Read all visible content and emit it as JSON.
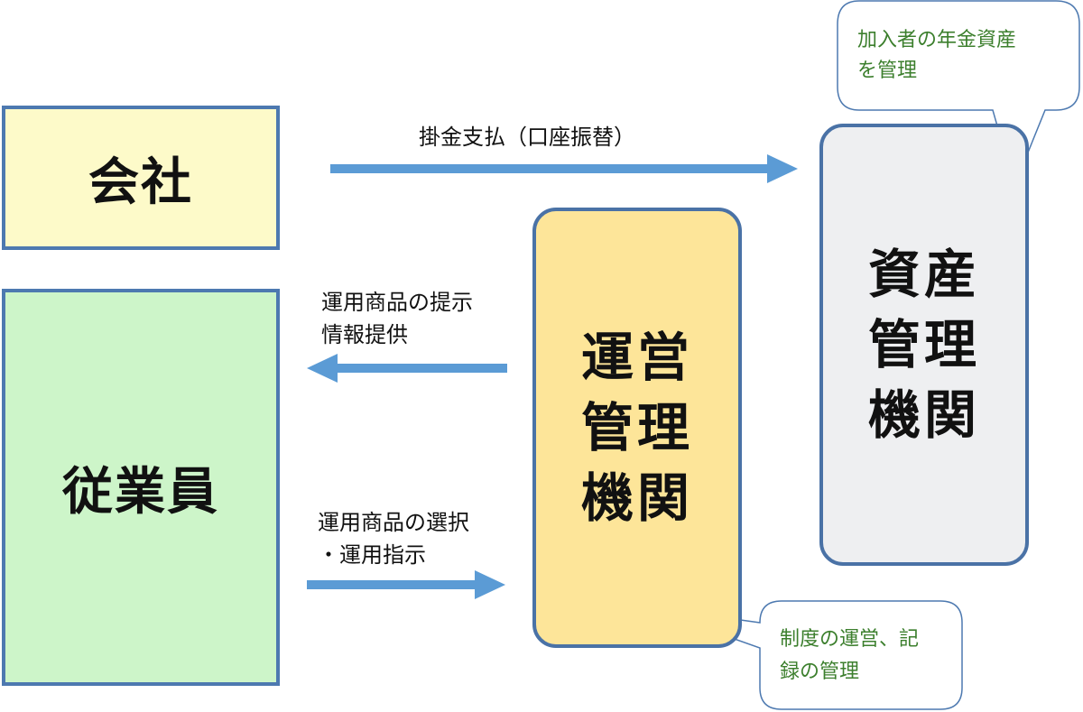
{
  "company": {
    "label": "会社"
  },
  "employee": {
    "label": "従業員"
  },
  "operation_org": {
    "chars": [
      "運営",
      "管理",
      "機関"
    ]
  },
  "asset_org": {
    "chars": [
      "資産",
      "管理",
      "機関"
    ]
  },
  "arrows": {
    "payment": "掛金支払（口座振替）",
    "info_line1": "運用商品の提示",
    "info_line2": "情報提供",
    "select_line1": "運用商品の選択",
    "select_line2": "・運用指示"
  },
  "callouts": {
    "asset_line1": "加入者の年金資産",
    "asset_line2": "を管理",
    "op_line1": "制度の運営、記",
    "op_line2": "録の管理"
  },
  "colors": {
    "arrow": "#5b9bd5",
    "border": "#4d79b0",
    "callout_text": "#3c7f2d"
  }
}
